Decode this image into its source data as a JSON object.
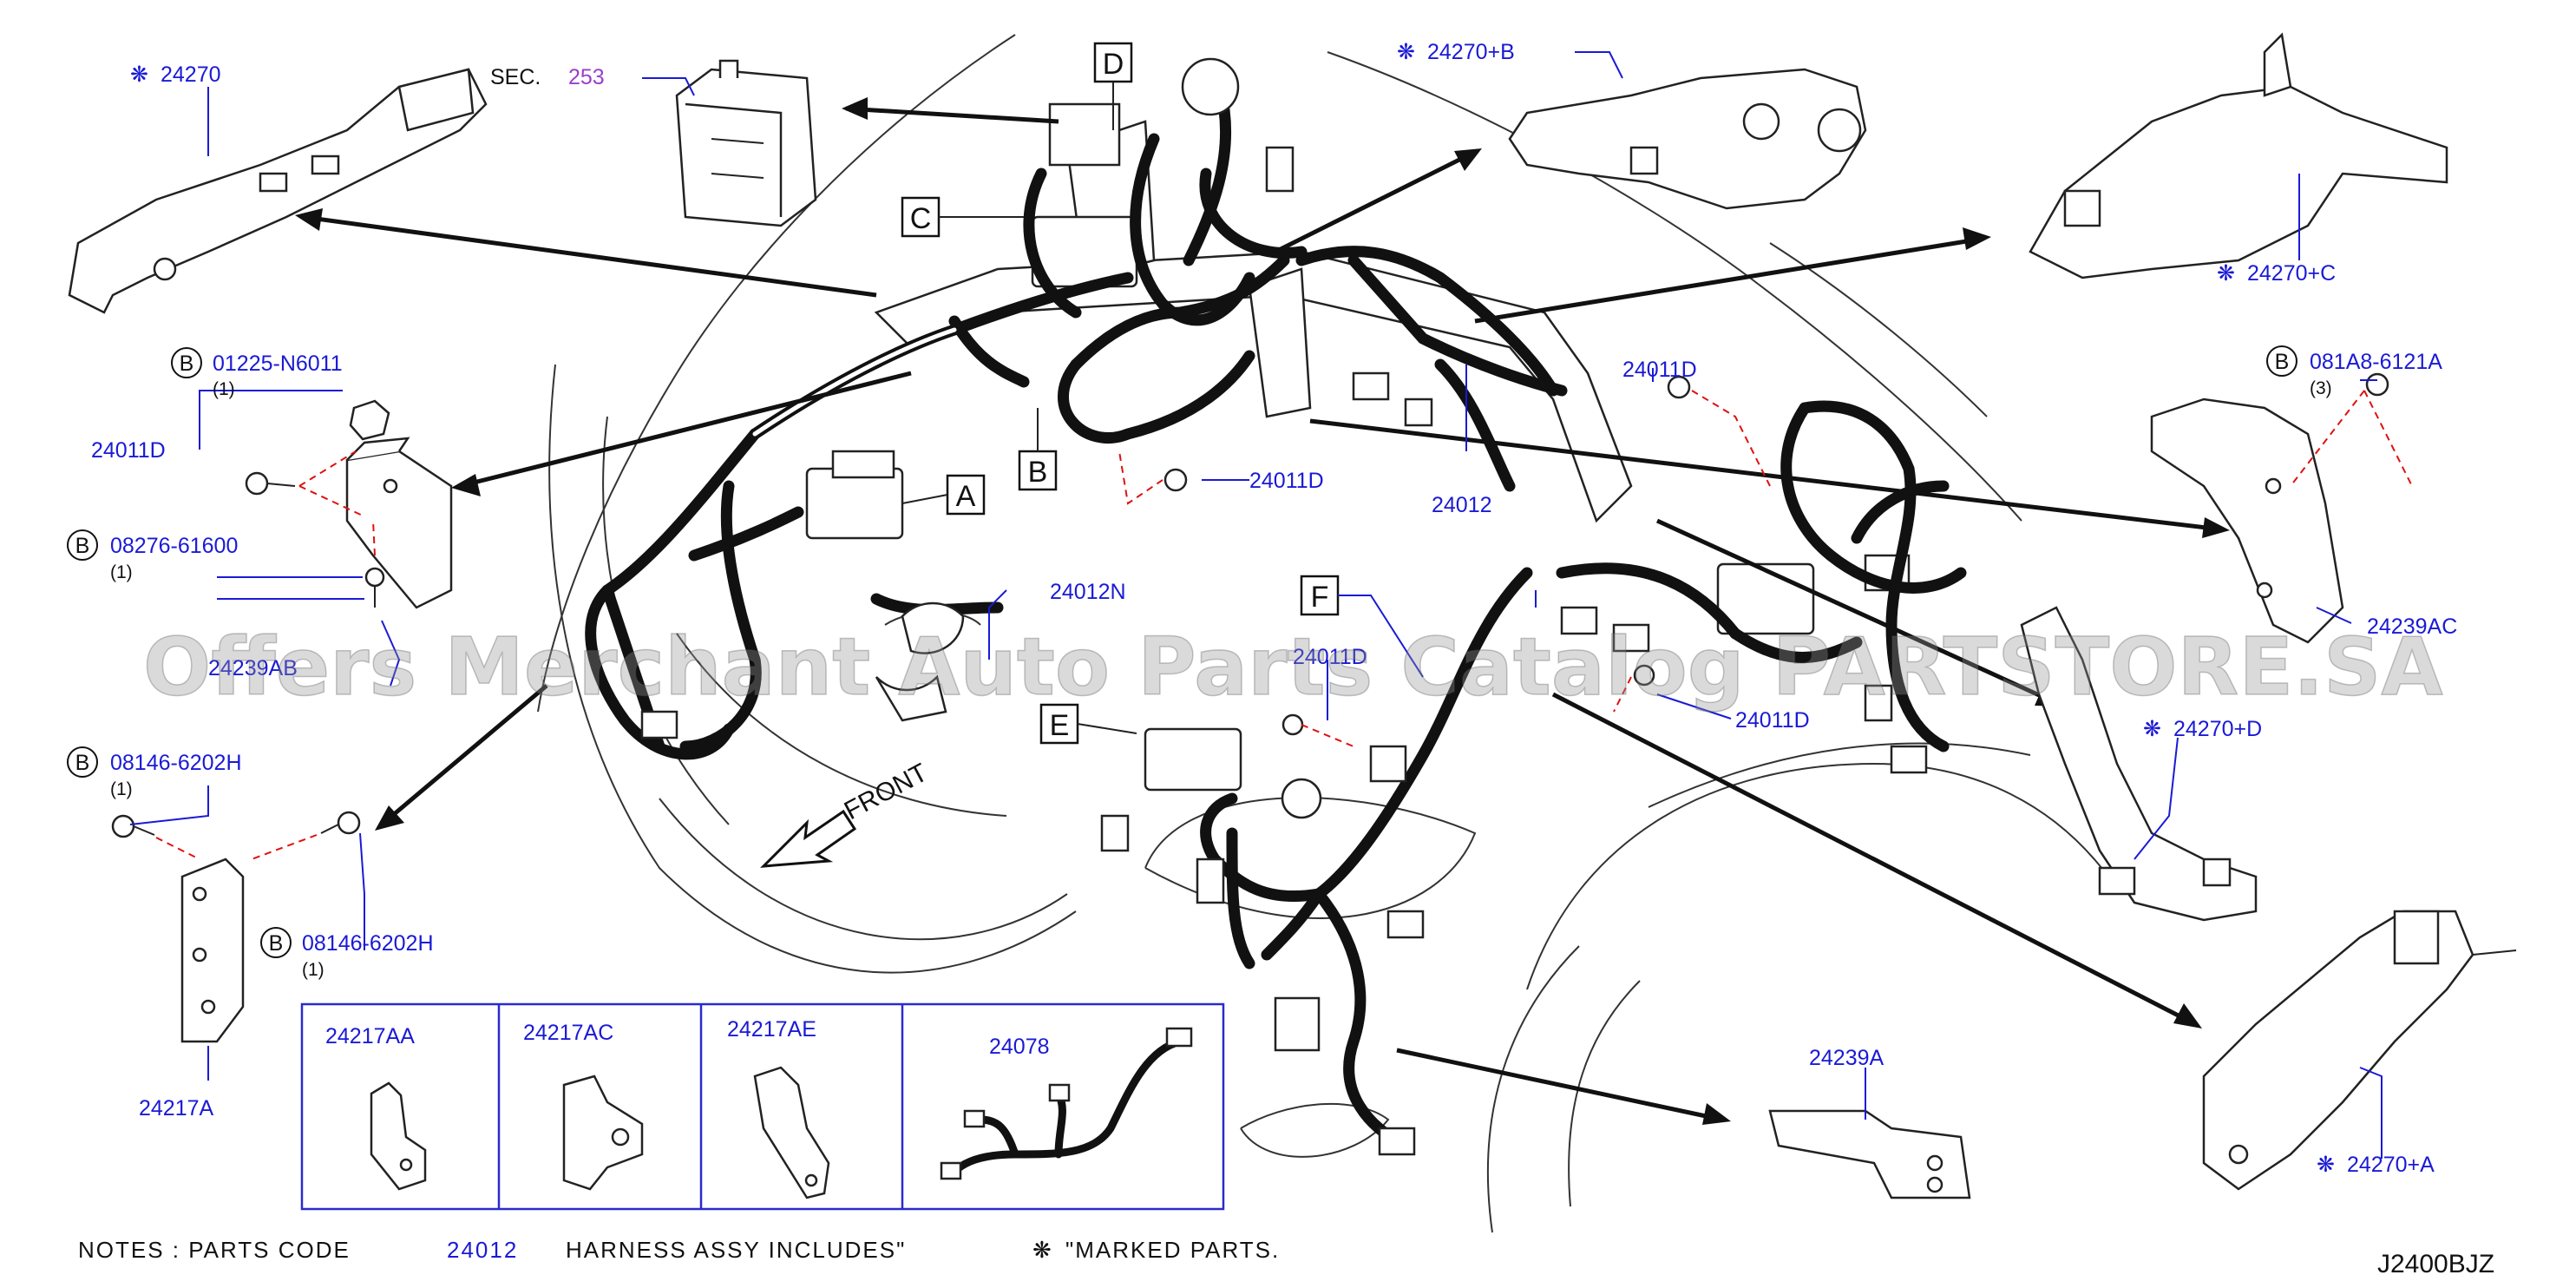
{
  "labels": {
    "p24270": "24270",
    "sec": "SEC.",
    "sec_num": "253",
    "p24270b": "24270+B",
    "p24270c": "24270+C",
    "p24270d": "24270+D",
    "p24270a": "24270+A",
    "p01225": "01225-N6011",
    "p01225_qty": "(1)",
    "p24011d_left": "24011D",
    "p08276": "08276-61600",
    "p08276_qty": "(1)",
    "p24239ab": "24239AB",
    "p08146_top": "08146-6202H",
    "p08146_top_qty": "(1)",
    "p08146_bot": "08146-6202H",
    "p08146_bot_qty": "(1)",
    "p24217a": "24217A",
    "p24011d_center": "24011D",
    "p24012": "24012",
    "p24011d_right": "24011D",
    "p081a8": "081A8-6121A",
    "p081a8_qty": "(3)",
    "p24239ac": "24239AC",
    "p24012n": "24012N",
    "p24011d_mid": "24011D",
    "p24011d_lower": "24011D",
    "p24239a": "24239A",
    "front": "FRONT",
    "ref_code": "J2400BJZ"
  },
  "callouts": {
    "A": "A",
    "B": "B",
    "C": "C",
    "D": "D",
    "E": "E",
    "F": "F"
  },
  "circle_b": "B",
  "asterisk": "❋",
  "panel": {
    "items": [
      "24217AA",
      "24217AC",
      "24217AE",
      "24078"
    ]
  },
  "notes": {
    "prefix": "NOTES  :  PARTS  CODE",
    "code": "24012",
    "middle": "HARNESS  ASSY  INCLUDES\"",
    "marked": "\"MARKED  PARTS."
  },
  "watermark": "Offers Merchant Auto Parts Catalog PARTSTORE.SA",
  "colors": {
    "part_number": "#1a1ad6",
    "section_number": "#9a40c8",
    "fastener_line": "#e01010",
    "panel_border": "#2a2ad0"
  }
}
